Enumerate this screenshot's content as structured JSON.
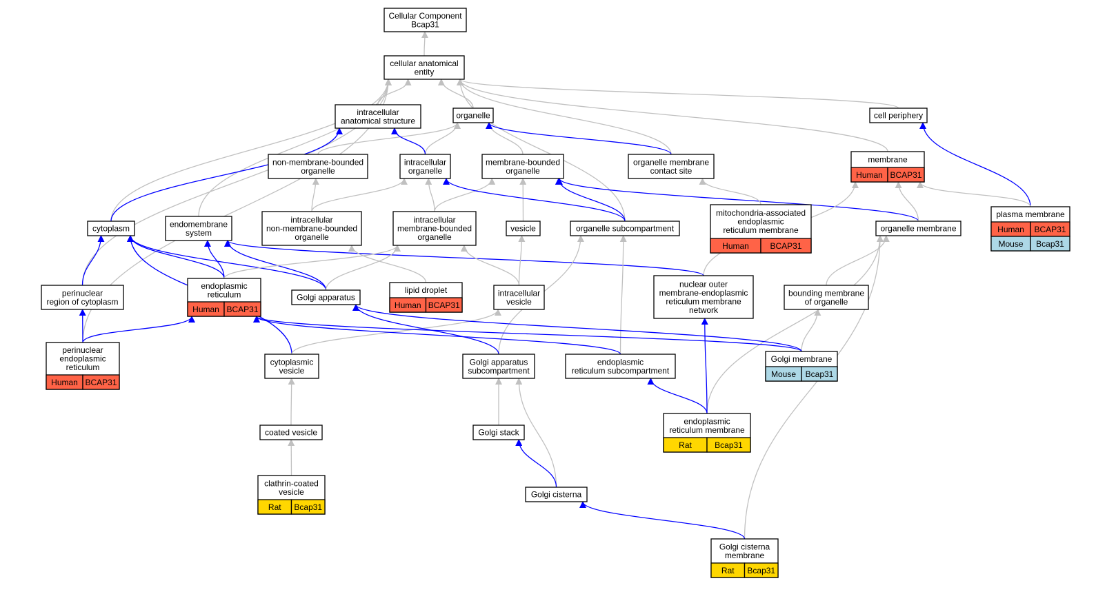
{
  "colors": {
    "human": "#FF6347",
    "mouse": "#ADD8E6",
    "rat": "#FFD700",
    "is_a_edge": "#C0C0C0",
    "part_of_edge": "#0000FF"
  },
  "nodes": {
    "root": {
      "lines": [
        "Cellular Component",
        "Bcap31"
      ]
    },
    "cae": {
      "lines": [
        "cellular anatomical",
        "entity"
      ]
    },
    "ias": {
      "lines": [
        "intracellular",
        "anatomical structure"
      ]
    },
    "org": {
      "lines": [
        "organelle"
      ]
    },
    "cp": {
      "lines": [
        "cell periphery"
      ]
    },
    "nmbo": {
      "lines": [
        "non-membrane-bounded",
        "organelle"
      ]
    },
    "io": {
      "lines": [
        "intracellular",
        "organelle"
      ]
    },
    "mbo": {
      "lines": [
        "membrane-bounded",
        "organelle"
      ]
    },
    "omcs": {
      "lines": [
        "organelle membrane",
        "contact site"
      ]
    },
    "mem": {
      "lines": [
        "membrane"
      ],
      "tags": [
        {
          "species": "Human",
          "gene": "BCAP31"
        }
      ]
    },
    "pm": {
      "lines": [
        "plasma membrane"
      ],
      "tags": [
        {
          "species": "Human",
          "gene": "BCAP31"
        },
        {
          "species": "Mouse",
          "gene": "Bcap31"
        }
      ]
    },
    "cyto": {
      "lines": [
        "cytoplasm"
      ]
    },
    "ems": {
      "lines": [
        "endomembrane",
        "system"
      ]
    },
    "inmbo": {
      "lines": [
        "intracellular",
        "non-membrane-bounded",
        "organelle"
      ]
    },
    "imbo": {
      "lines": [
        "intracellular",
        "membrane-bounded",
        "organelle"
      ]
    },
    "ves": {
      "lines": [
        "vesicle"
      ]
    },
    "osc": {
      "lines": [
        "organelle subcompartment"
      ]
    },
    "mam": {
      "lines": [
        "mitochondria-associated",
        "endoplasmic",
        "reticulum membrane"
      ],
      "tags": [
        {
          "species": "Human",
          "gene": "BCAP31"
        }
      ]
    },
    "om": {
      "lines": [
        "organelle membrane"
      ]
    },
    "prc": {
      "lines": [
        "perinuclear",
        "region of cytoplasm"
      ]
    },
    "er": {
      "lines": [
        "endoplasmic",
        "reticulum"
      ],
      "tags": [
        {
          "species": "Human",
          "gene": "BCAP31"
        }
      ]
    },
    "ga": {
      "lines": [
        "Golgi apparatus"
      ]
    },
    "ld": {
      "lines": [
        "lipid droplet"
      ],
      "tags": [
        {
          "species": "Human",
          "gene": "BCAP31"
        }
      ]
    },
    "iv": {
      "lines": [
        "intracellular",
        "vesicle"
      ]
    },
    "nom": {
      "lines": [
        "nuclear outer",
        "membrane-endoplasmic",
        "reticulum membrane",
        "network"
      ]
    },
    "bmo": {
      "lines": [
        "bounding membrane",
        "of organelle"
      ]
    },
    "per": {
      "lines": [
        "perinuclear",
        "endoplasmic",
        "reticulum"
      ],
      "tags": [
        {
          "species": "Human",
          "gene": "BCAP31"
        }
      ]
    },
    "cv": {
      "lines": [
        "cytoplasmic",
        "vesicle"
      ]
    },
    "gasc": {
      "lines": [
        "Golgi apparatus",
        "subcompartment"
      ]
    },
    "ersc": {
      "lines": [
        "endoplasmic",
        "reticulum subcompartment"
      ]
    },
    "gm": {
      "lines": [
        "Golgi membrane"
      ],
      "tags": [
        {
          "species": "Mouse",
          "gene": "Bcap31"
        }
      ]
    },
    "erm": {
      "lines": [
        "endoplasmic",
        "reticulum membrane"
      ],
      "tags": [
        {
          "species": "Rat",
          "gene": "Bcap31"
        }
      ]
    },
    "coat": {
      "lines": [
        "coated vesicle"
      ]
    },
    "gs": {
      "lines": [
        "Golgi stack"
      ]
    },
    "ccv": {
      "lines": [
        "clathrin-coated",
        "vesicle"
      ],
      "tags": [
        {
          "species": "Rat",
          "gene": "Bcap31"
        }
      ]
    },
    "gc": {
      "lines": [
        "Golgi cisterna"
      ]
    },
    "gcm": {
      "lines": [
        "Golgi cisterna",
        "membrane"
      ],
      "tags": [
        {
          "species": "Rat",
          "gene": "Bcap31"
        }
      ]
    }
  },
  "edges": [
    {
      "from": "cae",
      "to": "root",
      "type": "is_a"
    },
    {
      "from": "ias",
      "to": "cae",
      "type": "is_a"
    },
    {
      "from": "org",
      "to": "cae",
      "type": "is_a"
    },
    {
      "from": "cp",
      "to": "cae",
      "type": "is_a"
    },
    {
      "from": "mem",
      "to": "cae",
      "type": "is_a"
    },
    {
      "from": "omcs",
      "to": "cae",
      "type": "is_a"
    },
    {
      "from": "osc",
      "to": "cae",
      "type": "is_a"
    },
    {
      "from": "cyto",
      "to": "cae",
      "type": "is_a"
    },
    {
      "from": "ems",
      "to": "cae",
      "type": "is_a"
    },
    {
      "from": "prc",
      "to": "cae",
      "type": "is_a"
    },
    {
      "from": "per",
      "to": "cae",
      "type": "is_a"
    },
    {
      "from": "nmbo",
      "to": "org",
      "type": "is_a"
    },
    {
      "from": "io",
      "to": "org",
      "type": "is_a"
    },
    {
      "from": "mbo",
      "to": "org",
      "type": "is_a"
    },
    {
      "from": "omcs",
      "to": "org",
      "type": "part_of"
    },
    {
      "from": "io",
      "to": "ias",
      "type": "part_of"
    },
    {
      "from": "cyto",
      "to": "ias",
      "type": "part_of"
    },
    {
      "from": "pm",
      "to": "cp",
      "type": "part_of"
    },
    {
      "from": "inmbo",
      "to": "nmbo",
      "type": "is_a"
    },
    {
      "from": "inmbo",
      "to": "io",
      "type": "is_a"
    },
    {
      "from": "imbo",
      "to": "io",
      "type": "is_a"
    },
    {
      "from": "imbo",
      "to": "mbo",
      "type": "is_a"
    },
    {
      "from": "ves",
      "to": "mbo",
      "type": "is_a"
    },
    {
      "from": "osc",
      "to": "io",
      "type": "part_of"
    },
    {
      "from": "osc",
      "to": "mbo",
      "type": "part_of"
    },
    {
      "from": "om",
      "to": "mbo",
      "type": "part_of"
    },
    {
      "from": "mam",
      "to": "omcs",
      "type": "is_a"
    },
    {
      "from": "om",
      "to": "mem",
      "type": "is_a"
    },
    {
      "from": "pm",
      "to": "mem",
      "type": "is_a"
    },
    {
      "from": "nom",
      "to": "mem",
      "type": "is_a"
    },
    {
      "from": "prc",
      "to": "cyto",
      "type": "part_of"
    },
    {
      "from": "er",
      "to": "cyto",
      "type": "part_of"
    },
    {
      "from": "ga",
      "to": "cyto",
      "type": "part_of"
    },
    {
      "from": "cv",
      "to": "cyto",
      "type": "part_of"
    },
    {
      "from": "er",
      "to": "ems",
      "type": "part_of"
    },
    {
      "from": "ga",
      "to": "ems",
      "type": "part_of"
    },
    {
      "from": "nom",
      "to": "ems",
      "type": "part_of"
    },
    {
      "from": "er",
      "to": "imbo",
      "type": "is_a"
    },
    {
      "from": "ga",
      "to": "imbo",
      "type": "is_a"
    },
    {
      "from": "ld",
      "to": "inmbo",
      "type": "is_a"
    },
    {
      "from": "iv",
      "to": "imbo",
      "type": "is_a"
    },
    {
      "from": "iv",
      "to": "ves",
      "type": "is_a"
    },
    {
      "from": "cv",
      "to": "iv",
      "type": "is_a"
    },
    {
      "from": "gasc",
      "to": "osc",
      "type": "is_a"
    },
    {
      "from": "ersc",
      "to": "osc",
      "type": "is_a"
    },
    {
      "from": "bmo",
      "to": "om",
      "type": "is_a"
    },
    {
      "from": "erm",
      "to": "om",
      "type": "is_a"
    },
    {
      "from": "gcm",
      "to": "om",
      "type": "is_a"
    },
    {
      "from": "gm",
      "to": "bmo",
      "type": "is_a"
    },
    {
      "from": "per",
      "to": "prc",
      "type": "part_of"
    },
    {
      "from": "per",
      "to": "er",
      "type": "part_of"
    },
    {
      "from": "gasc",
      "to": "ga",
      "type": "part_of"
    },
    {
      "from": "ersc",
      "to": "er",
      "type": "part_of"
    },
    {
      "from": "gm",
      "to": "ga",
      "type": "part_of"
    },
    {
      "from": "gm",
      "to": "er",
      "type": "part_of"
    },
    {
      "from": "erm",
      "to": "nom",
      "type": "part_of"
    },
    {
      "from": "erm",
      "to": "ersc",
      "type": "part_of"
    },
    {
      "from": "coat",
      "to": "cv",
      "type": "is_a"
    },
    {
      "from": "ccv",
      "to": "coat",
      "type": "is_a"
    },
    {
      "from": "gs",
      "to": "gasc",
      "type": "is_a"
    },
    {
      "from": "gc",
      "to": "gasc",
      "type": "is_a"
    },
    {
      "from": "gc",
      "to": "gs",
      "type": "part_of"
    },
    {
      "from": "gcm",
      "to": "gc",
      "type": "part_of"
    }
  ]
}
